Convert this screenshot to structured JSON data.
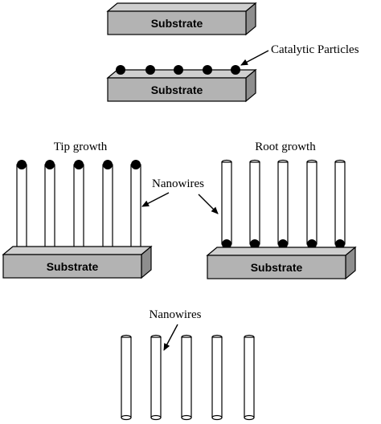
{
  "labels": {
    "substrate": "Substrate",
    "catalytic_particles": "Catalytic Particles",
    "tip_growth": "Tip growth",
    "root_growth": "Root growth",
    "nanowires": "Nanowires"
  },
  "colors": {
    "substrate_top": "#cfcfcf",
    "substrate_front": "#b3b3b3",
    "substrate_side": "#8e8e8e",
    "particle": "#000000",
    "wire": "#ffffff"
  }
}
